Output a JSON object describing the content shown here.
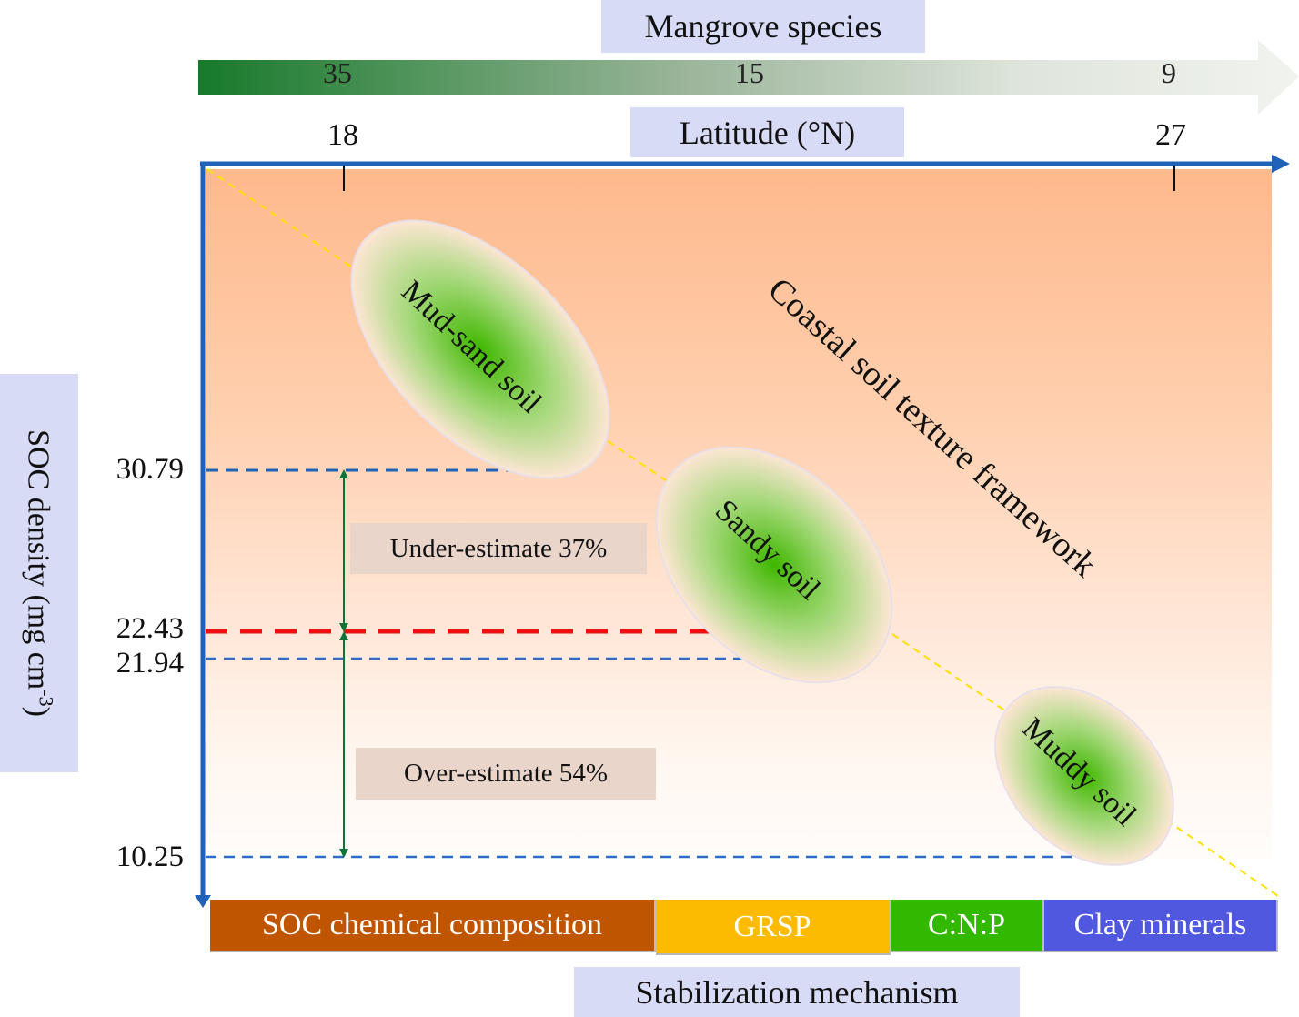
{
  "top_axis": {
    "species_label": "Mangrove species",
    "species_values": [
      "35",
      "15",
      "9"
    ],
    "latitude_label": "Latitude (°N)",
    "latitude_ticks": [
      "18",
      "27"
    ]
  },
  "y_axis": {
    "label": "SOC density (mg cm",
    "label_sup": "-3",
    "label_end": ")",
    "ticks": [
      "30.79",
      "22.43",
      "21.94",
      "10.25"
    ]
  },
  "annotations": {
    "under_estimate": "Under-estimate  37%",
    "over_estimate": "Over-estimate  54%",
    "framework": "Coastal soil texture framework"
  },
  "soils": [
    {
      "name": "Mud-sand soil"
    },
    {
      "name": "Sandy soil"
    },
    {
      "name": "Muddy soil"
    }
  ],
  "mechanisms": {
    "items": [
      {
        "label": "SOC chemical composition",
        "color": "#c05500"
      },
      {
        "label": "GRSP",
        "color": "#fdbb00"
      },
      {
        "label": "C:N:P",
        "color": "#33b800"
      },
      {
        "label": "Clay minerals",
        "color": "#5158e0"
      }
    ],
    "title": "Stabilization mechanism"
  },
  "colors": {
    "axis": "#1f62b8",
    "reference_line": "#ee1111",
    "bracket": "#0b7335",
    "framework_line": "#ffe100",
    "species_dark": "#177a2a"
  }
}
